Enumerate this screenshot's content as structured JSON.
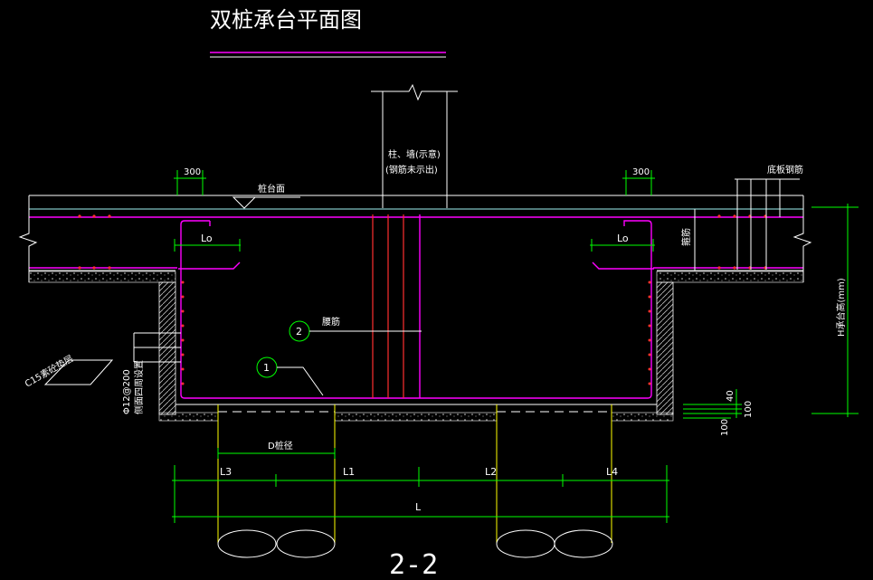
{
  "title": "双桩承台平面图",
  "labels": {
    "column_note": "柱、墙(示意)",
    "rebar_note": "(钢筋未示出)",
    "cap_top": "桩台面",
    "bottom_rebar": "底板钢筋",
    "dim_300_left": "300",
    "dim_300_right": "300",
    "anchor_left": "Lo",
    "anchor_right": "Lo",
    "right_rebar": "箍筋",
    "marker_2": "2",
    "waist_bar": "腰筋",
    "marker_1": "1",
    "side_bar_spec": "Φ12@200",
    "side_bar_note": "侧面四周设置",
    "cushion": "C15素砼垫层",
    "pile_dia": "D桩径",
    "height": "H承台高(mm)",
    "dim_40": "40",
    "dim_100_a": "100",
    "dim_100_b": "100",
    "L3": "L3",
    "L1": "L1",
    "L2": "L2",
    "L4": "L4",
    "L": "L",
    "section": "2-2"
  },
  "colors": {
    "background": "#000000",
    "outline": "#ffffff",
    "rebar_magenta": "#ff00ff",
    "rebar_red": "#ff3030",
    "dimension_green": "#00ff00",
    "pile_yellow": "#ffff00",
    "slab_cyan": "#9ff3f3"
  }
}
